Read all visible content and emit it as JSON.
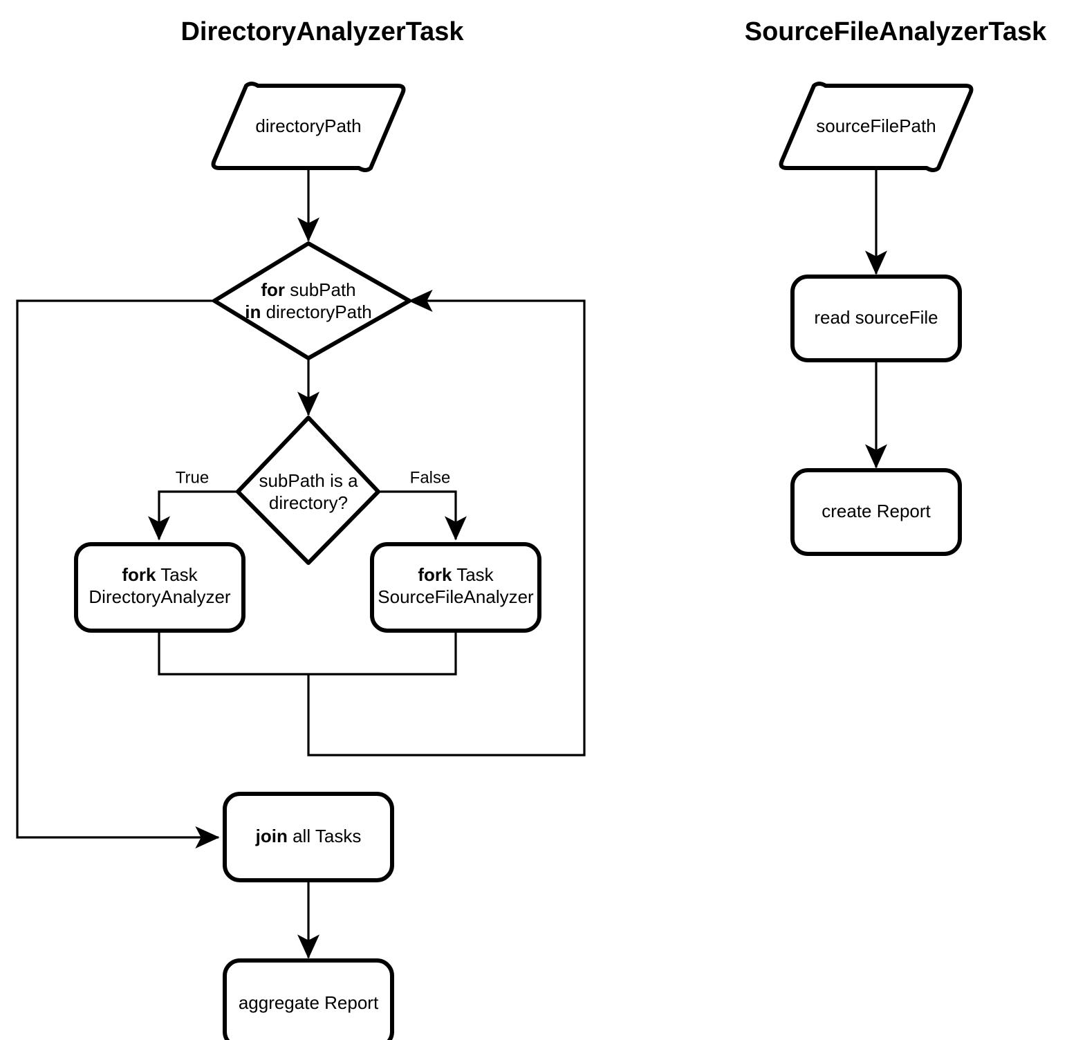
{
  "diagram": {
    "type": "flowchart",
    "background": "#ffffff",
    "stroke_color": "#000000",
    "fill_color": "#ffffff",
    "columns": [
      {
        "id": "directory-analyzer",
        "title": "DirectoryAnalyzerTask",
        "nodes": [
          {
            "id": "directory-path",
            "shape": "parallelogram",
            "text": "directoryPath"
          },
          {
            "id": "for-loop",
            "shape": "diamond",
            "line1_bold": "for",
            "line1_rest": " subPath",
            "line2_bold": "in",
            "line2_rest": " directoryPath"
          },
          {
            "id": "is-directory",
            "shape": "diamond",
            "line1": "subPath is a",
            "line2": "directory?"
          },
          {
            "id": "fork-directory-analyzer",
            "shape": "rounded-rect",
            "line1_bold": "fork",
            "line1_rest": " Task",
            "line2": "DirectoryAnalyzer"
          },
          {
            "id": "fork-sourcefile-analyzer",
            "shape": "rounded-rect",
            "line1_bold": "fork",
            "line1_rest": " Task",
            "line2": "SourceFileAnalyzer"
          },
          {
            "id": "join-all-tasks",
            "shape": "rounded-rect",
            "line1_bold": "join",
            "line1_rest": " all Tasks"
          },
          {
            "id": "aggregate-report",
            "shape": "rounded-rect",
            "text": "aggregate Report"
          }
        ],
        "edge_labels": [
          {
            "id": "true-label",
            "text": "True"
          },
          {
            "id": "false-label",
            "text": "False"
          }
        ]
      },
      {
        "id": "source-file-analyzer",
        "title": "SourceFileAnalyzerTask",
        "nodes": [
          {
            "id": "source-file-path",
            "shape": "parallelogram",
            "text": "sourceFilePath"
          },
          {
            "id": "read-source-file",
            "shape": "rounded-rect",
            "text": "read sourceFile"
          },
          {
            "id": "create-report",
            "shape": "rounded-rect",
            "text": "create Report"
          }
        ]
      }
    ]
  }
}
